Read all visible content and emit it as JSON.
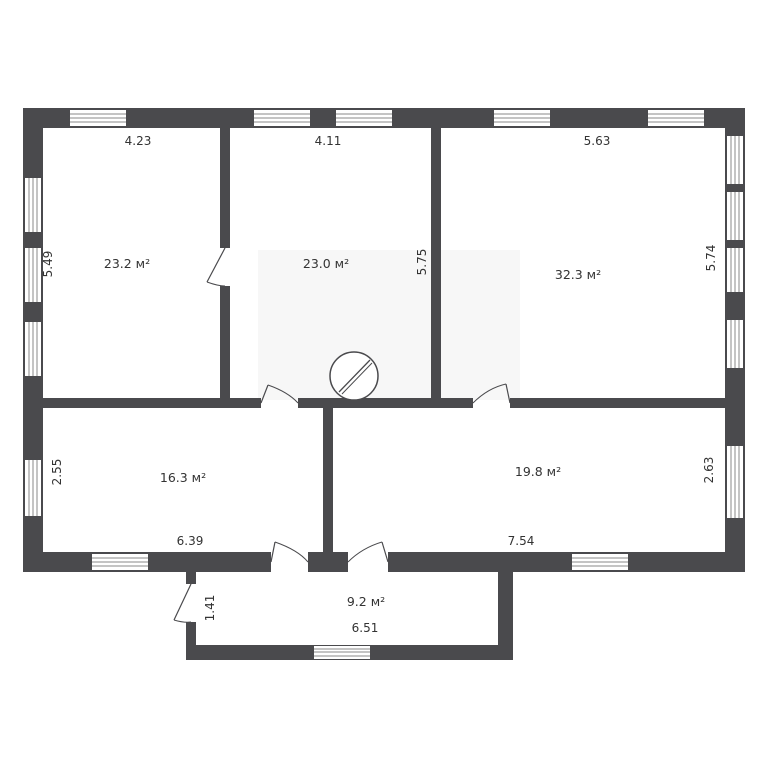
{
  "rooms": {
    "room1": {
      "area": "23.2 м²",
      "width": "4.23",
      "height": "5.49"
    },
    "room2": {
      "area": "23.0 м²",
      "width": "4.11",
      "height": "5.75"
    },
    "room3": {
      "area": "32.3 м²",
      "width": "5.63",
      "height": "5.74"
    },
    "room4": {
      "area": "16.3 м²",
      "width": "6.39",
      "height": "2.55"
    },
    "room5": {
      "area": "19.8 м²",
      "width": "7.54",
      "height": "2.63"
    },
    "room6": {
      "area": "9.2 м²",
      "width": "6.51",
      "height": "1.41"
    }
  },
  "icons": {
    "vent": "circle-slash-icon"
  },
  "colors": {
    "wall": "#4a4a4d",
    "text": "#333333",
    "window": "#8a8a8a"
  }
}
